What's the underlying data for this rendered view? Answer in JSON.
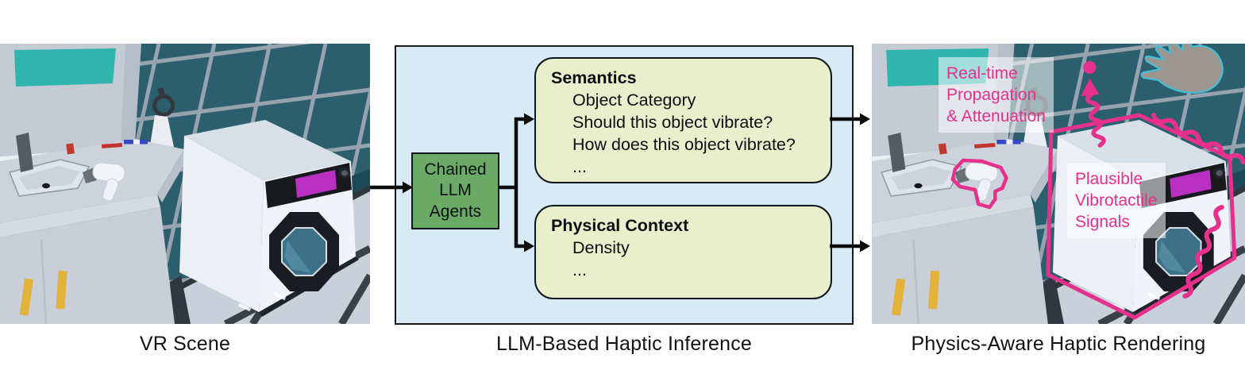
{
  "palette": {
    "panel_bg": "#d7eaf6",
    "panel_border": "#1a1a1a",
    "agent_box_bg": "#6aaa66",
    "info_box_bg": "#e9efca",
    "box_border": "#10151c",
    "accent_pink": "#e5308c",
    "hand_outline_cyan": "#41c0dc",
    "arrow_color": "#0d0d0d",
    "caption_color": "#121212",
    "annotation_label_bg": "rgba(255,255,255,0.55)"
  },
  "panels": {
    "vr_scene": {
      "caption": "VR Scene"
    },
    "inference": {
      "caption": "LLM-Based Haptic Inference",
      "agent_box_label": "Chained LLM Agents",
      "semantics_box": {
        "title": "Semantics",
        "items": [
          "Object Category",
          "Should this object vibrate?",
          "How does this object vibrate?",
          "..."
        ]
      },
      "physical_box": {
        "title": "Physical Context",
        "items": [
          "Density",
          "..."
        ]
      }
    },
    "rendering": {
      "caption": "Physics-Aware Haptic Rendering",
      "labels": {
        "propagation": {
          "lines": [
            "Real-time",
            "Propagation",
            "& Attenuation"
          ]
        },
        "signals": {
          "lines": [
            "Plausible",
            "Vibrotactile",
            "Signals"
          ]
        }
      }
    }
  }
}
